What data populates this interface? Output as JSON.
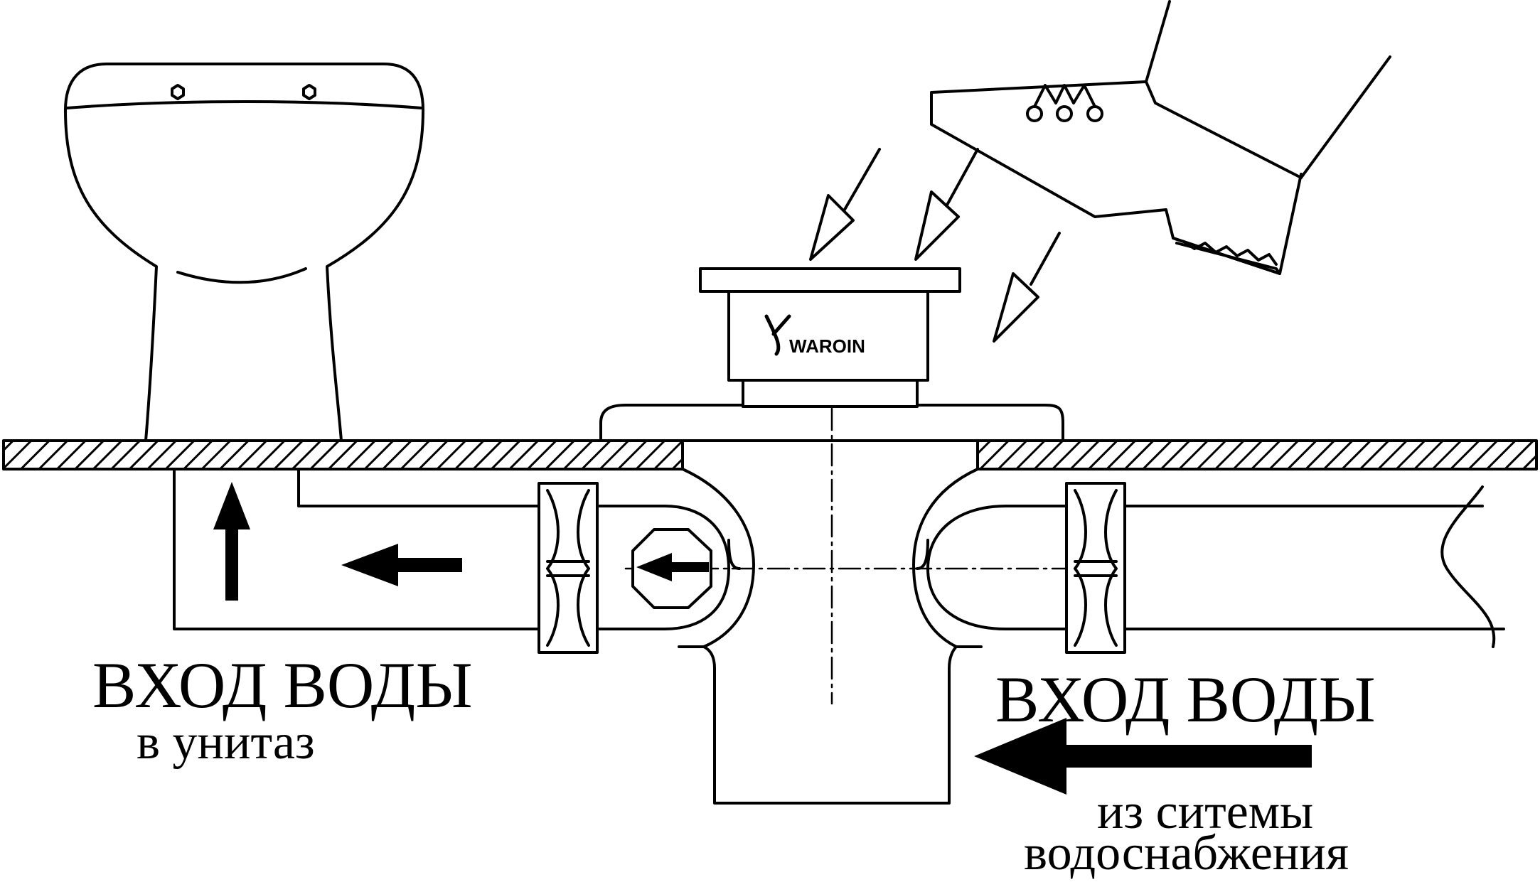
{
  "labels": {
    "left_title": "ВХОД ВОДЫ",
    "left_subtitle": "в унитаз",
    "right_title": "ВХОД ВОДЫ",
    "right_subtitle_line1": "из ситемы",
    "right_subtitle_line2": "водоснабжения"
  },
  "brand": {
    "logo_text": "WAROIN"
  },
  "colors": {
    "ink": "#000000",
    "paper": "#ffffff"
  }
}
